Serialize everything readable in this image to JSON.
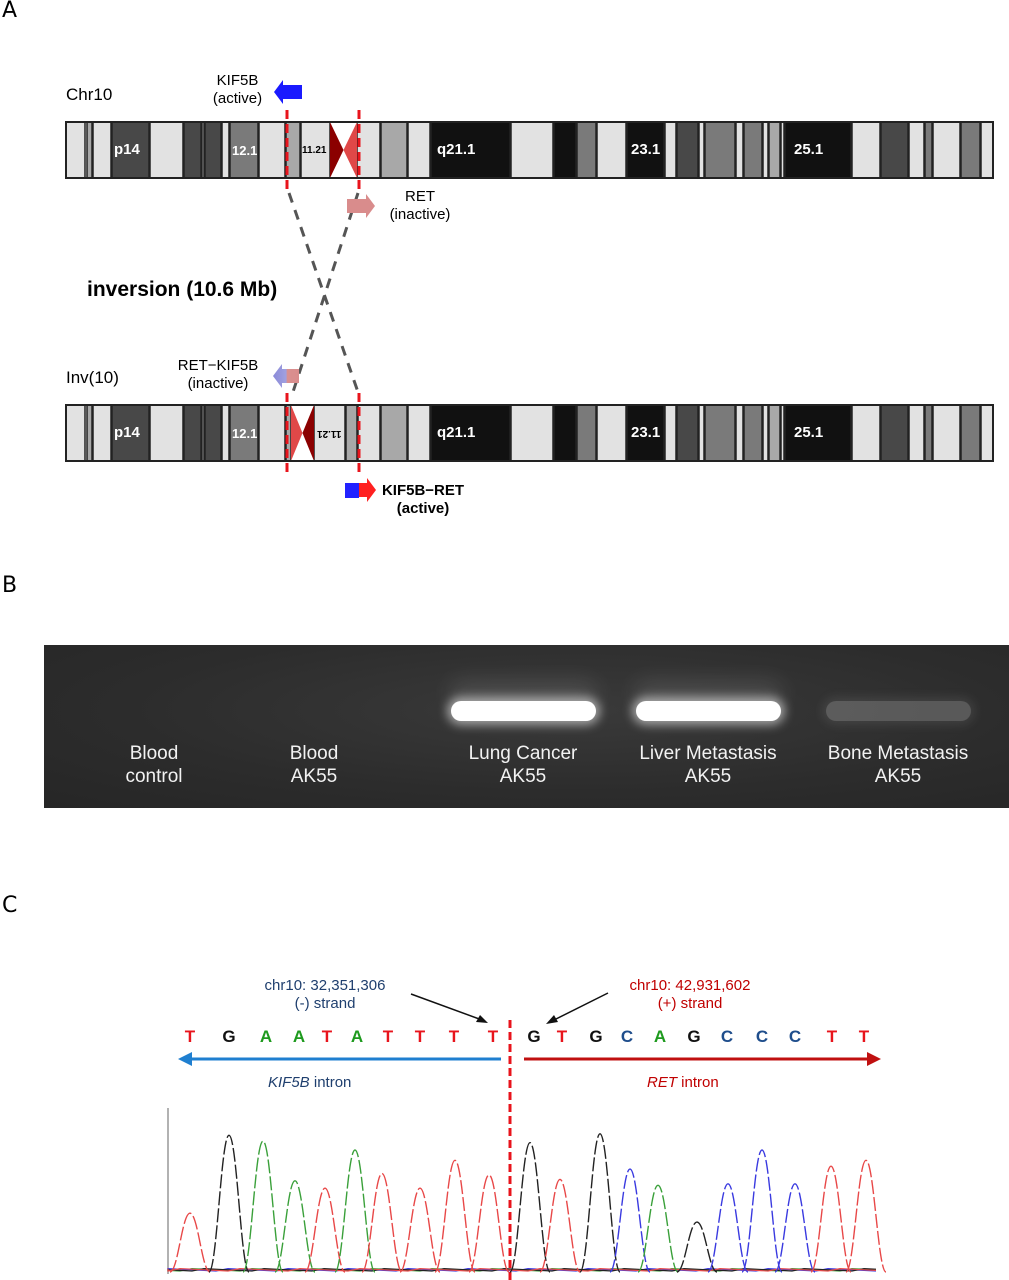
{
  "panels": {
    "a": "A",
    "b": "B",
    "c": "C"
  },
  "panel_a": {
    "chr_normal_label": "Chr10",
    "chr_inv_label": "Inv(10)",
    "inversion_label": "inversion (10.6 Mb)",
    "kif5b": {
      "name": "KIF5B",
      "state": "(active)",
      "color": "#1a1aff"
    },
    "ret": {
      "name": "RET",
      "state": "(inactive)",
      "color": "#d98c8c"
    },
    "ret_kif5b": {
      "name": "RET−KIF5B",
      "state": "(inactive)"
    },
    "kif5b_ret": {
      "name": "KIF5B−RET",
      "state": "(active)"
    },
    "band_labels": {
      "p14": "p14",
      "p12_1": "12.1",
      "p11_21": "11.21",
      "q21_1": "q21.1",
      "q23_1": "23.1",
      "q25_1": "25.1"
    },
    "breakpoint_color": "#e8141c",
    "centromere_dark": "#8b0000",
    "centromere_light": "#e04848"
  },
  "panel_b": {
    "lanes": [
      {
        "line1": "Blood",
        "line2": "control",
        "band_intensity": 0
      },
      {
        "line1": "Blood",
        "line2": "AK55",
        "band_intensity": 0
      },
      {
        "line1": "Lung Cancer",
        "line2": "AK55",
        "band_intensity": 1.0
      },
      {
        "line1": "Liver Metastasis",
        "line2": "AK55",
        "band_intensity": 1.0
      },
      {
        "line1": "Bone Metastasis",
        "line2": "AK55",
        "band_intensity": 0.2
      }
    ]
  },
  "panel_c": {
    "left_coord": "chr10: 32,351,306",
    "left_strand": "(-) strand",
    "right_coord": "chr10: 42,931,602",
    "right_strand": "(+) strand",
    "left_intron_gene": "KIF5B",
    "right_intron_gene": "RET",
    "intron_word": " intron",
    "left_seq": [
      "T",
      "G",
      "A",
      "A",
      "T",
      "A",
      "T",
      "T",
      "T",
      "T"
    ],
    "right_seq": [
      "G",
      "T",
      "G",
      "C",
      "A",
      "G",
      "C",
      "C",
      "C",
      "T",
      "T"
    ],
    "base_colors": {
      "A": "#1e9a1e",
      "C": "#1f4e8c",
      "G": "#111111",
      "T": "#e8141c"
    },
    "left_color": "#1f3f6e",
    "right_color": "#c00000",
    "left_arrow_color": "#1f7fd0",
    "right_arrow_color": "#c01010",
    "trace_colors": {
      "A": "#3aa03a",
      "C": "#3a3ae0",
      "G": "#222222",
      "T": "#e84848"
    },
    "peaks": [
      {
        "base": "T",
        "h": 0.4
      },
      {
        "base": "G",
        "h": 0.93
      },
      {
        "base": "A",
        "h": 0.89
      },
      {
        "base": "A",
        "h": 0.62
      },
      {
        "base": "T",
        "h": 0.57
      },
      {
        "base": "A",
        "h": 0.83
      },
      {
        "base": "T",
        "h": 0.67
      },
      {
        "base": "T",
        "h": 0.57
      },
      {
        "base": "T",
        "h": 0.76
      },
      {
        "base": "T",
        "h": 0.66
      },
      {
        "base": "G",
        "h": 0.88
      },
      {
        "base": "T",
        "h": 0.63
      },
      {
        "base": "G",
        "h": 0.94
      },
      {
        "base": "C",
        "h": 0.7
      },
      {
        "base": "A",
        "h": 0.59
      },
      {
        "base": "G",
        "h": 0.34
      },
      {
        "base": "C",
        "h": 0.6
      },
      {
        "base": "C",
        "h": 0.83
      },
      {
        "base": "C",
        "h": 0.6
      },
      {
        "base": "T",
        "h": 0.72
      },
      {
        "base": "T",
        "h": 0.76
      }
    ]
  }
}
